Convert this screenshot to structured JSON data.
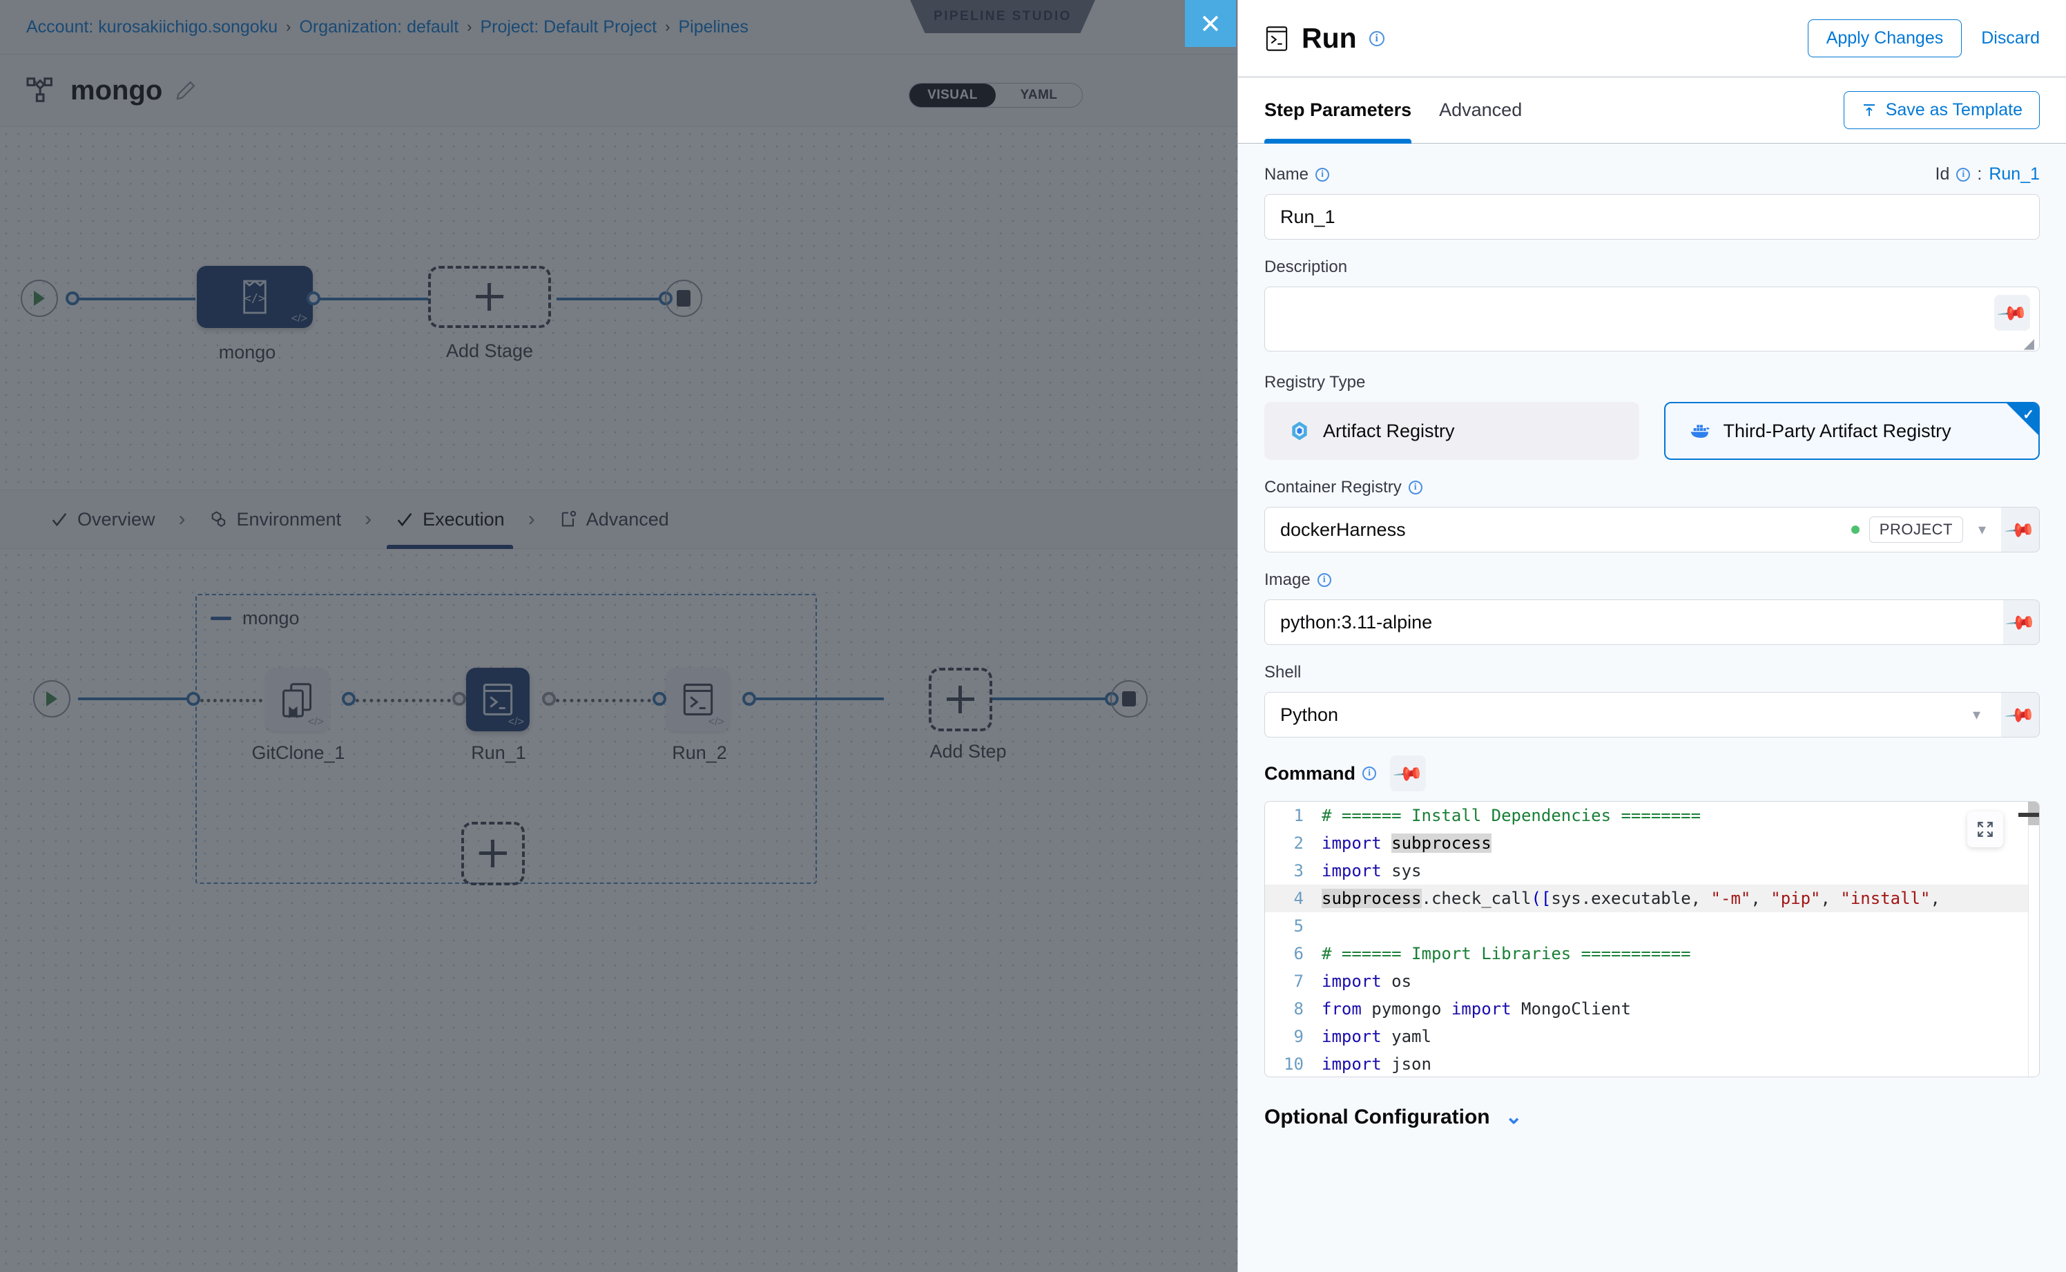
{
  "breadcrumb": {
    "items": [
      {
        "label": "Account: kurosakiichigo.songoku"
      },
      {
        "label": "Organization: default"
      },
      {
        "label": "Project: Default Project"
      },
      {
        "label": "Pipelines"
      }
    ],
    "separator": "›",
    "studio_badge": "PIPELINE STUDIO",
    "close_icon": "close-icon"
  },
  "pipeline": {
    "icon": "pipeline-icon",
    "name": "mongo",
    "edit_icon": "pencil-icon",
    "view_toggle": {
      "options": [
        "VISUAL",
        "YAML"
      ],
      "selected": "VISUAL"
    }
  },
  "stage_canvas": {
    "start_icon": "play-icon",
    "end_icon": "stop-icon",
    "stage": {
      "label": "mongo",
      "icon": "code-brackets-icon",
      "badge": "</>"
    },
    "add_stage": {
      "label": "Add Stage",
      "icon": "plus-icon"
    }
  },
  "exec_tabs": {
    "items": [
      {
        "label": "Overview",
        "icon": "check-icon",
        "active": false
      },
      {
        "label": "Environment",
        "icon": "hexagon-icon",
        "active": false
      },
      {
        "label": "Execution",
        "icon": "check-icon",
        "active": true
      },
      {
        "label": "Advanced",
        "icon": "gear-card-icon",
        "active": false
      }
    ],
    "separator": "›"
  },
  "exec_canvas": {
    "group_label": "mongo",
    "collapse_icon": "minus-icon",
    "start_icon": "play-icon",
    "end_icon": "stop-icon",
    "steps": [
      {
        "label": "GitClone_1",
        "icon": "git-clone-icon",
        "selected": false,
        "badge": "</>"
      },
      {
        "label": "Run_1",
        "icon": "terminal-icon",
        "selected": true,
        "badge": "</>"
      },
      {
        "label": "Run_2",
        "icon": "terminal-icon",
        "selected": false,
        "badge": "</>"
      }
    ],
    "add_step": {
      "label": "Add Step",
      "icon": "plus-icon"
    },
    "add_parallel_icon": "plus-icon"
  },
  "panel": {
    "step_icon": "terminal-icon",
    "title": "Run",
    "apply_label": "Apply Changes",
    "discard_label": "Discard",
    "tabs": [
      {
        "label": "Step Parameters",
        "active": true
      },
      {
        "label": "Advanced",
        "active": false
      }
    ],
    "save_template_label": "Save as Template",
    "save_template_icon": "upload-template-icon",
    "name": {
      "label": "Name",
      "value": "Run_1",
      "id_label": "Id",
      "id_sep": ":",
      "id_value": "Run_1"
    },
    "description": {
      "label": "Description",
      "value": "",
      "pin_icon": "pin-icon"
    },
    "registry_type": {
      "label": "Registry Type",
      "options": [
        {
          "label": "Artifact Registry",
          "icon": "harness-artifact-icon",
          "selected": false
        },
        {
          "label": "Third-Party Artifact Registry",
          "icon": "docker-icon",
          "selected": true
        }
      ],
      "check_glyph": "✓"
    },
    "container_registry": {
      "label": "Container Registry",
      "value": "dockerHarness",
      "scope": "PROJECT",
      "status_dot": "connected-dot",
      "chevron_icon": "chevron-down-icon",
      "pin_icon": "pin-icon"
    },
    "image": {
      "label": "Image",
      "value": "python:3.11-alpine",
      "pin_icon": "pin-icon"
    },
    "shell": {
      "label": "Shell",
      "value": "Python",
      "chevron_icon": "chevron-down-icon",
      "pin_icon": "pin-icon"
    },
    "command": {
      "label": "Command",
      "pin_icon": "pin-icon",
      "expand_icon": "expand-icon",
      "lines": [
        {
          "n": "1",
          "tokens": [
            {
              "t": "# ====== Install Dependencies ========",
              "c": "tok-comment"
            }
          ]
        },
        {
          "n": "2",
          "tokens": [
            {
              "t": "import ",
              "c": "tok-kw"
            },
            {
              "t": "subprocess",
              "c": "tok-var-hl"
            }
          ]
        },
        {
          "n": "3",
          "tokens": [
            {
              "t": "import ",
              "c": "tok-kw"
            },
            {
              "t": "sys",
              "c": "ccode"
            }
          ]
        },
        {
          "n": "4",
          "hl": true,
          "tokens": [
            {
              "t": "subprocess",
              "c": "tok-var-hl"
            },
            {
              "t": ".check_call",
              "c": "ccode"
            },
            {
              "t": "(",
              "c": "tok-op"
            },
            {
              "t": "[",
              "c": "tok-op"
            },
            {
              "t": "sys.executable, ",
              "c": "ccode"
            },
            {
              "t": "\"-m\"",
              "c": "tok-str"
            },
            {
              "t": ", ",
              "c": "ccode"
            },
            {
              "t": "\"pip\"",
              "c": "tok-str"
            },
            {
              "t": ", ",
              "c": "ccode"
            },
            {
              "t": "\"install\"",
              "c": "tok-str"
            },
            {
              "t": ",",
              "c": "ccode"
            }
          ]
        },
        {
          "n": "5",
          "tokens": []
        },
        {
          "n": "6",
          "tokens": [
            {
              "t": "# ====== Import Libraries ===========",
              "c": "tok-comment"
            }
          ]
        },
        {
          "n": "7",
          "tokens": [
            {
              "t": "import ",
              "c": "tok-kw"
            },
            {
              "t": "os",
              "c": "ccode"
            }
          ]
        },
        {
          "n": "8",
          "tokens": [
            {
              "t": "from ",
              "c": "tok-kw"
            },
            {
              "t": "pymongo ",
              "c": "ccode"
            },
            {
              "t": "import ",
              "c": "tok-kw"
            },
            {
              "t": "MongoClient",
              "c": "ccode"
            }
          ]
        },
        {
          "n": "9",
          "tokens": [
            {
              "t": "import ",
              "c": "tok-kw"
            },
            {
              "t": "yaml",
              "c": "ccode"
            }
          ]
        },
        {
          "n": "10",
          "tokens": [
            {
              "t": "import ",
              "c": "tok-kw"
            },
            {
              "t": "json",
              "c": "ccode"
            }
          ]
        }
      ]
    },
    "optional_configuration": {
      "label": "Optional Configuration",
      "chevron_icon": "chevron-down-icon",
      "chevron_glyph": "⌄"
    }
  },
  "colors": {
    "accent_blue": "#0278d5",
    "selected_node": "#1c3c6e",
    "close_btn": "#4aabe3",
    "tab_underline": "#1b3b73",
    "status_green": "#4dc16e"
  }
}
